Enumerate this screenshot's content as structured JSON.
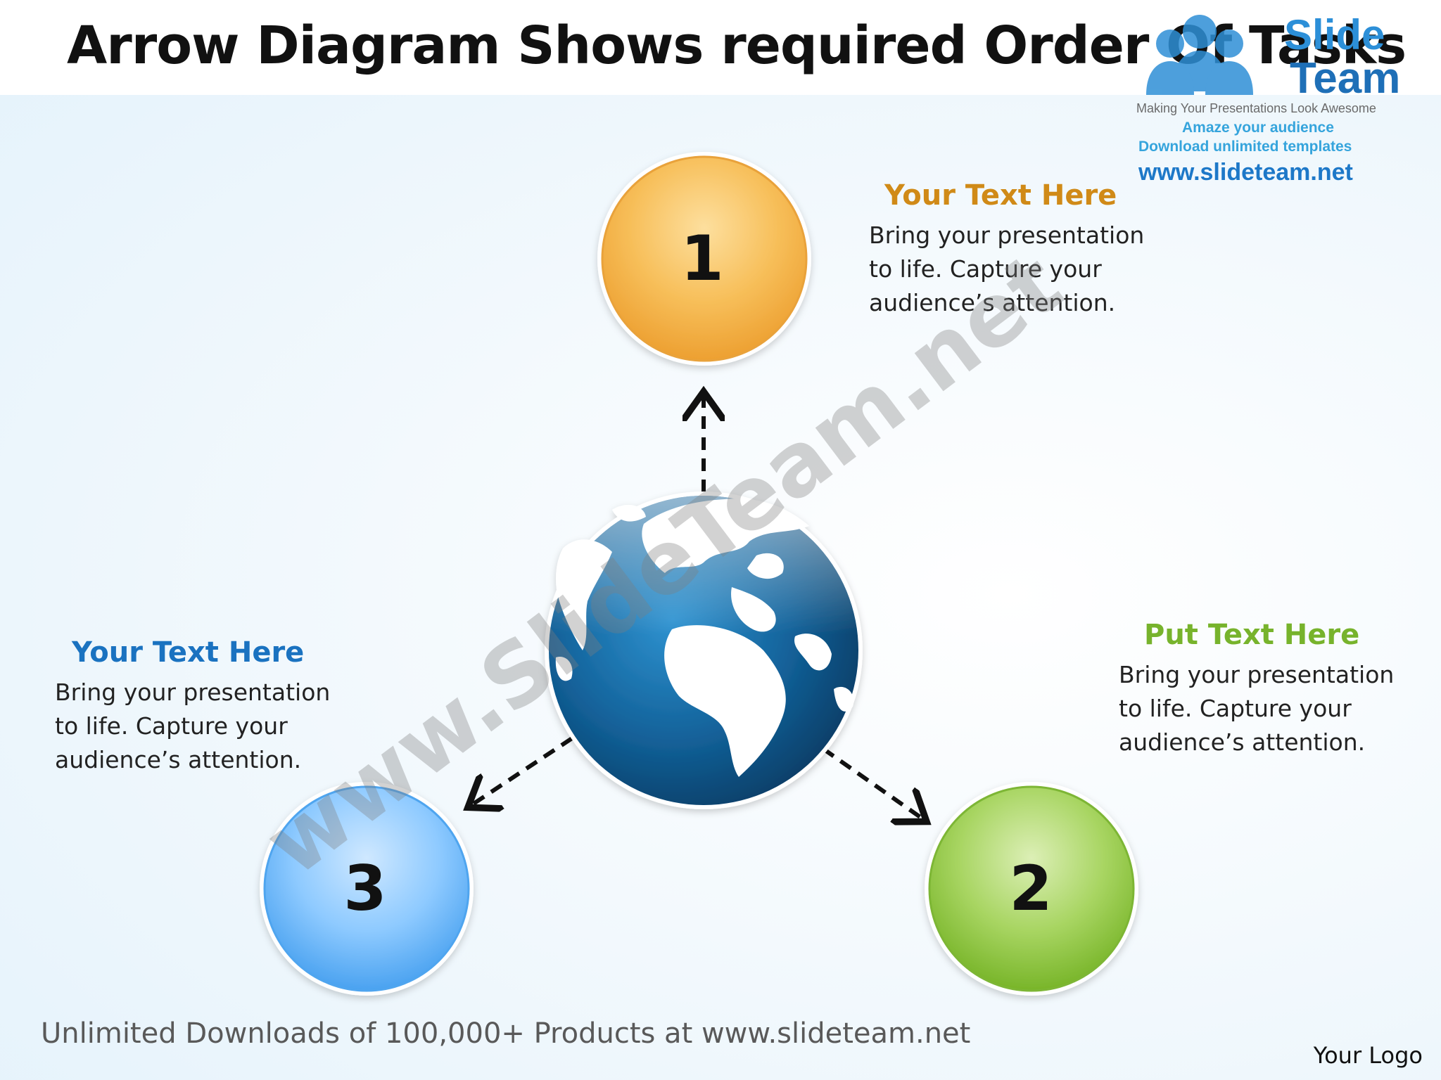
{
  "title": "Arrow Diagram Shows required Order Of Tasks",
  "logo": {
    "brand_line1": "Slide",
    "brand_line2": "Team",
    "tagline": "Making Your Presentations Look Awesome",
    "promo1": "Amaze your audience",
    "promo2": "Download unlimited templates",
    "url": "www.slideteam.net"
  },
  "watermark": "www.SlideTeam.net",
  "steps": [
    {
      "number": "1",
      "color": "#f2ac3d"
    },
    {
      "number": "2",
      "color": "#86c23a"
    },
    {
      "number": "3",
      "color": "#5fb0f5"
    }
  ],
  "callouts": [
    {
      "heading": "Your Text Here",
      "heading_color": "#d08a17",
      "lines": [
        "Bring your presentation",
        "to life. Capture your",
        "audience’s attention."
      ]
    },
    {
      "heading": "Put Text Here",
      "heading_color": "#77b32c",
      "lines": [
        "Bring your presentation",
        "to life. Capture your",
        "audience’s attention."
      ]
    },
    {
      "heading": "Your Text Here",
      "heading_color": "#1a72c0",
      "lines": [
        "Bring your presentation",
        "to life. Capture your",
        "audience’s attention."
      ]
    }
  ],
  "globe_icon": "globe-icon",
  "footer": "Unlimited Downloads of 100,000+ Products at www.slideteam.net",
  "your_logo": "Your Logo"
}
